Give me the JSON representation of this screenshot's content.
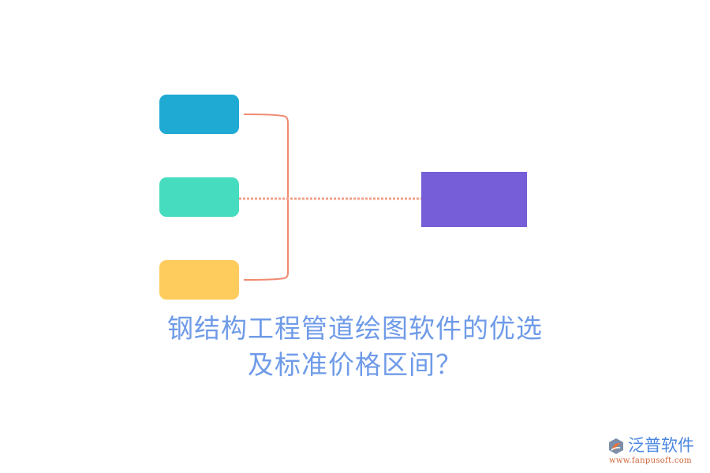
{
  "diagram": {
    "nodes": [
      {
        "id": "box-1",
        "color": "#1FAAD3",
        "label": ""
      },
      {
        "id": "box-2",
        "color": "#45DCC0",
        "label": ""
      },
      {
        "id": "box-3",
        "color": "#FECC5C",
        "label": ""
      }
    ],
    "target": {
      "id": "target-box",
      "color": "#755ED7",
      "label": ""
    },
    "connector_color": "#F08A70"
  },
  "title": {
    "line1": "钢结构工程管道绘图软件的优选",
    "line2": "及标准价格区间？",
    "color": "#6F9BE8"
  },
  "watermark": {
    "brand": "泛普软件",
    "url": "www.fanpusoft.com",
    "brand_color": "#4A86E0",
    "url_color": "#D0663A"
  }
}
